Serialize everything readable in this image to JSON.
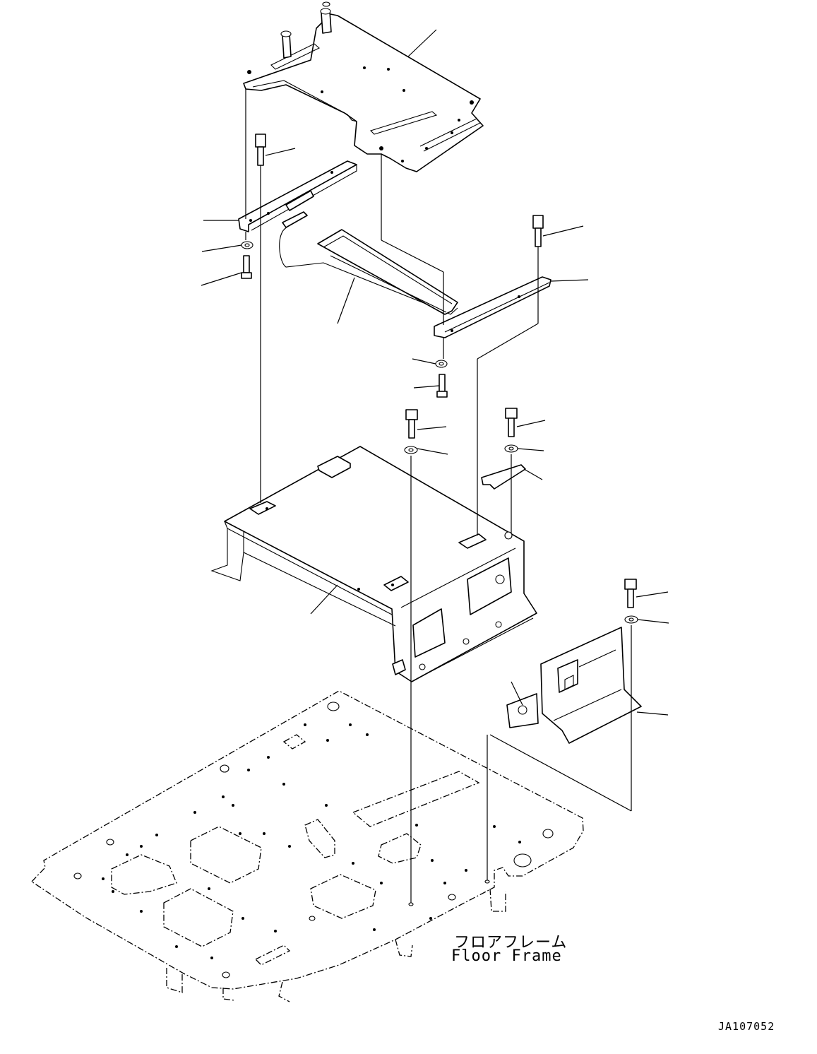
{
  "diagram": {
    "floor_frame_label_jp": "フロアフレーム",
    "floor_frame_label_en": "Floor Frame",
    "drawing_code": "JA107052"
  }
}
